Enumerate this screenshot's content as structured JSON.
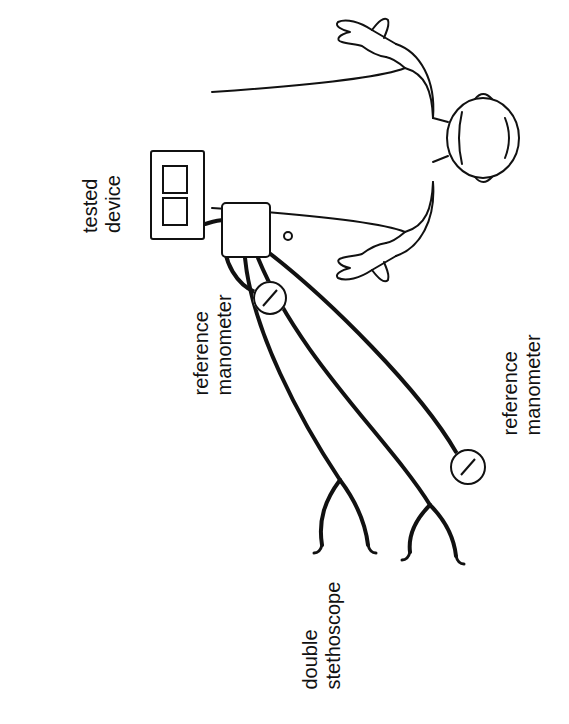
{
  "diagram": {
    "nodes": [
      {
        "text": [
          "tested device"
        ]
      },
      {
        "text": [
          "reference manometer"
        ]
      },
      {
        "text": [
          "reference manometer"
        ]
      }
    ],
    "labels": [
      "double stethoscope"
    ]
  }
}
